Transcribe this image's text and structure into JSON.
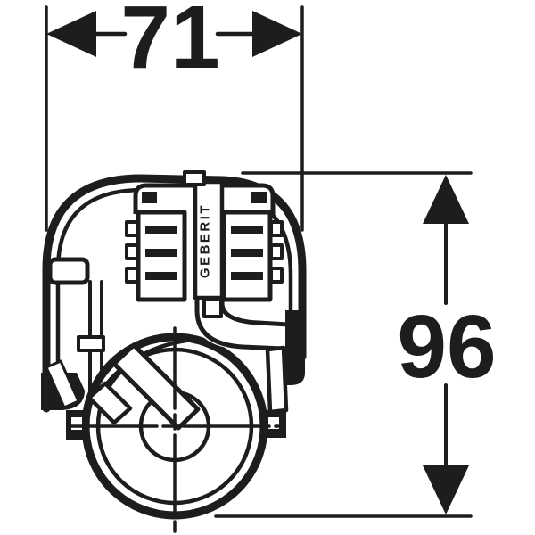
{
  "colors": {
    "ink": "#1d1d1b",
    "background": "#ffffff"
  },
  "dimension_width": {
    "label": "71"
  },
  "dimension_height": {
    "label": "96"
  },
  "component": {
    "brand_label": "GEBERIT"
  }
}
